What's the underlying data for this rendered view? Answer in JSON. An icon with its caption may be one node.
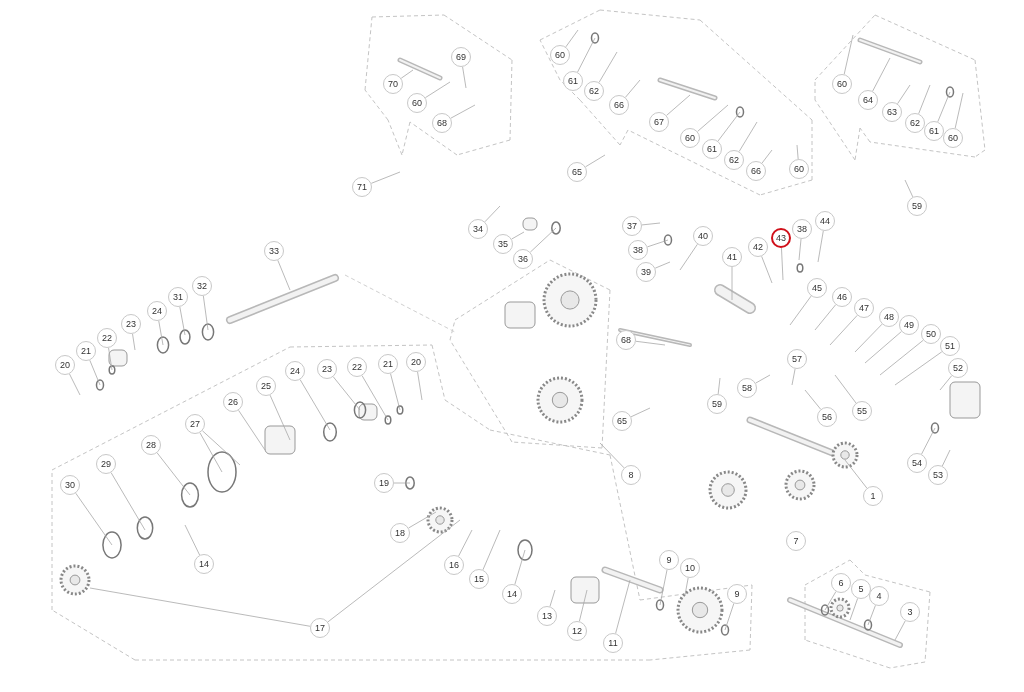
{
  "diagram": {
    "nodes": [
      {
        "text": [
          "69"
        ]
      },
      {
        "text": [
          "70"
        ]
      },
      {
        "text": [
          "60"
        ]
      },
      {
        "text": [
          "68"
        ]
      },
      {
        "text": [
          "71"
        ]
      },
      {
        "text": [
          "60"
        ]
      },
      {
        "text": [
          "61"
        ]
      },
      {
        "text": [
          "62"
        ]
      },
      {
        "text": [
          "66"
        ]
      },
      {
        "text": [
          "67"
        ]
      },
      {
        "text": [
          "60"
        ]
      },
      {
        "text": [
          "61"
        ]
      },
      {
        "text": [
          "62"
        ]
      },
      {
        "text": [
          "66"
        ]
      },
      {
        "text": [
          "60"
        ]
      },
      {
        "text": [
          "65"
        ]
      },
      {
        "text": [
          "60"
        ]
      },
      {
        "text": [
          "64"
        ]
      },
      {
        "text": [
          "63"
        ]
      },
      {
        "text": [
          "62"
        ]
      },
      {
        "text": [
          "61"
        ]
      },
      {
        "text": [
          "60"
        ]
      },
      {
        "text": [
          "59"
        ]
      },
      {
        "text": [
          "34"
        ]
      },
      {
        "text": [
          "35"
        ]
      },
      {
        "text": [
          "36"
        ]
      },
      {
        "text": [
          "37"
        ]
      },
      {
        "text": [
          "38"
        ]
      },
      {
        "text": [
          "39"
        ]
      },
      {
        "text": [
          "40"
        ]
      },
      {
        "text": [
          "41"
        ]
      },
      {
        "text": [
          "42"
        ]
      },
      {
        "text": [
          "43"
        ]
      },
      {
        "text": [
          "38"
        ]
      },
      {
        "text": [
          "44"
        ]
      },
      {
        "text": [
          "45"
        ]
      },
      {
        "text": [
          "46"
        ]
      },
      {
        "text": [
          "47"
        ]
      },
      {
        "text": [
          "48"
        ]
      },
      {
        "text": [
          "49"
        ]
      },
      {
        "text": [
          "50"
        ]
      },
      {
        "text": [
          "51"
        ]
      },
      {
        "text": [
          "52"
        ]
      },
      {
        "text": [
          "53"
        ]
      },
      {
        "text": [
          "54"
        ]
      },
      {
        "text": [
          "55"
        ]
      },
      {
        "text": [
          "56"
        ]
      },
      {
        "text": [
          "57"
        ]
      },
      {
        "text": [
          "58"
        ]
      },
      {
        "text": [
          "59"
        ]
      },
      {
        "text": [
          "65"
        ]
      },
      {
        "text": [
          "68"
        ]
      },
      {
        "text": [
          "1"
        ]
      },
      {
        "text": [
          "33"
        ]
      },
      {
        "text": [
          "32"
        ]
      },
      {
        "text": [
          "31"
        ]
      },
      {
        "text": [
          "24"
        ]
      },
      {
        "text": [
          "23"
        ]
      },
      {
        "text": [
          "22"
        ]
      },
      {
        "text": [
          "21"
        ]
      },
      {
        "text": [
          "20"
        ]
      },
      {
        "text": [
          "20"
        ]
      },
      {
        "text": [
          "21"
        ]
      },
      {
        "text": [
          "22"
        ]
      },
      {
        "text": [
          "23"
        ]
      },
      {
        "text": [
          "24"
        ]
      },
      {
        "text": [
          "25"
        ]
      },
      {
        "text": [
          "26"
        ]
      },
      {
        "text": [
          "27"
        ]
      },
      {
        "text": [
          "28"
        ]
      },
      {
        "text": [
          "29"
        ]
      },
      {
        "text": [
          "30"
        ]
      },
      {
        "text": [
          "14"
        ]
      },
      {
        "text": [
          "17"
        ]
      },
      {
        "text": [
          "19"
        ]
      },
      {
        "text": [
          "18"
        ]
      },
      {
        "text": [
          "16"
        ]
      },
      {
        "text": [
          "15"
        ]
      },
      {
        "text": [
          "14"
        ]
      },
      {
        "text": [
          "13"
        ]
      },
      {
        "text": [
          "12"
        ]
      },
      {
        "text": [
          "11"
        ]
      },
      {
        "text": [
          "9"
        ]
      },
      {
        "text": [
          "10"
        ]
      },
      {
        "text": [
          "9"
        ]
      },
      {
        "text": [
          "8"
        ]
      },
      {
        "text": [
          "6"
        ]
      },
      {
        "text": [
          "5"
        ]
      },
      {
        "text": [
          "4"
        ]
      },
      {
        "text": [
          "3"
        ]
      },
      {
        "text": [
          "7"
        ]
      }
    ],
    "edges": [
      {
        "from": 0,
        "to": null,
        "arrow": "none"
      },
      {
        "from": 1,
        "to": null,
        "arrow": "none"
      },
      {
        "from": 2,
        "to": null,
        "arrow": "none"
      },
      {
        "from": 3,
        "to": null,
        "arrow": "none"
      },
      {
        "from": 4,
        "to": null,
        "arrow": "none"
      },
      {
        "from": 5,
        "to": null,
        "arrow": "none"
      },
      {
        "from": 6,
        "to": null,
        "arrow": "none"
      },
      {
        "from": 7,
        "to": null,
        "arrow": "none"
      },
      {
        "from": 8,
        "to": null,
        "arrow": "none"
      },
      {
        "from": 9,
        "to": null,
        "arrow": "none"
      },
      {
        "from": 10,
        "to": null,
        "arrow": "none"
      },
      {
        "from": 11,
        "to": null,
        "arrow": "none"
      },
      {
        "from": 12,
        "to": null,
        "arrow": "none"
      },
      {
        "from": 13,
        "to": null,
        "arrow": "none"
      },
      {
        "from": 14,
        "to": null,
        "arrow": "none"
      },
      {
        "from": 15,
        "to": null,
        "arrow": "none"
      },
      {
        "from": 16,
        "to": null,
        "arrow": "none"
      },
      {
        "from": 17,
        "to": null,
        "arrow": "none"
      },
      {
        "from": 18,
        "to": null,
        "arrow": "none"
      },
      {
        "from": 19,
        "to": null,
        "arrow": "none"
      },
      {
        "from": 20,
        "to": null,
        "arrow": "none"
      },
      {
        "from": 21,
        "to": null,
        "arrow": "none"
      },
      {
        "from": 22,
        "to": null,
        "arrow": "none"
      },
      {
        "from": 23,
        "to": null,
        "arrow": "none"
      },
      {
        "from": 24,
        "to": null,
        "arrow": "none"
      },
      {
        "from": 25,
        "to": null,
        "arrow": "none"
      },
      {
        "from": 26,
        "to": null,
        "arrow": "none"
      },
      {
        "from": 27,
        "to": null,
        "arrow": "none"
      },
      {
        "from": 28,
        "to": null,
        "arrow": "none"
      },
      {
        "from": 29,
        "to": null,
        "arrow": "none"
      },
      {
        "from": 30,
        "to": null,
        "arrow": "none"
      },
      {
        "from": 31,
        "to": null,
        "arrow": "none"
      },
      {
        "from": 32,
        "to": null,
        "arrow": "none"
      },
      {
        "from": 33,
        "to": null,
        "arrow": "none"
      },
      {
        "from": 34,
        "to": null,
        "arrow": "none"
      },
      {
        "from": 35,
        "to": null,
        "arrow": "none"
      },
      {
        "from": 36,
        "to": null,
        "arrow": "none"
      },
      {
        "from": 37,
        "to": null,
        "arrow": "none"
      },
      {
        "from": 38,
        "to": null,
        "arrow": "none"
      },
      {
        "from": 39,
        "to": null,
        "arrow": "none"
      },
      {
        "from": 40,
        "to": null,
        "arrow": "none"
      },
      {
        "from": 41,
        "to": null,
        "arrow": "none"
      },
      {
        "from": 42,
        "to": null,
        "arrow": "none"
      },
      {
        "from": 43,
        "to": null,
        "arrow": "none"
      },
      {
        "from": 44,
        "to": null,
        "arrow": "none"
      },
      {
        "from": 45,
        "to": null,
        "arrow": "none"
      },
      {
        "from": 46,
        "to": null,
        "arrow": "none"
      },
      {
        "from": 47,
        "to": null,
        "arrow": "none"
      },
      {
        "from": 48,
        "to": null,
        "arrow": "none"
      },
      {
        "from": 49,
        "to": null,
        "arrow": "none"
      },
      {
        "from": 50,
        "to": null,
        "arrow": "none"
      },
      {
        "from": 51,
        "to": null,
        "arrow": "none"
      },
      {
        "from": 52,
        "to": null,
        "arrow": "none"
      },
      {
        "from": 53,
        "to": null,
        "arrow": "none"
      },
      {
        "from": 54,
        "to": null,
        "arrow": "none"
      },
      {
        "from": 55,
        "to": null,
        "arrow": "none"
      },
      {
        "from": 56,
        "to": null,
        "arrow": "none"
      },
      {
        "from": 57,
        "to": null,
        "arrow": "none"
      },
      {
        "from": 58,
        "to": null,
        "arrow": "none"
      },
      {
        "from": 59,
        "to": null,
        "arrow": "none"
      },
      {
        "from": 60,
        "to": null,
        "arrow": "none"
      },
      {
        "from": 61,
        "to": null,
        "arrow": "none"
      },
      {
        "from": 62,
        "to": null,
        "arrow": "none"
      },
      {
        "from": 63,
        "to": null,
        "arrow": "none"
      },
      {
        "from": 64,
        "to": null,
        "arrow": "none"
      },
      {
        "from": 65,
        "to": null,
        "arrow": "none"
      },
      {
        "from": 66,
        "to": null,
        "arrow": "none"
      },
      {
        "from": 67,
        "to": null,
        "arrow": "none"
      },
      {
        "from": 68,
        "to": null,
        "arrow": "none"
      },
      {
        "from": 68,
        "to": null,
        "arrow": "none"
      },
      {
        "from": 69,
        "to": null,
        "arrow": "none"
      },
      {
        "from": 70,
        "to": null,
        "arrow": "none"
      },
      {
        "from": 71,
        "to": null,
        "arrow": "none"
      },
      {
        "from": 72,
        "to": null,
        "arrow": "none"
      },
      {
        "from": 73,
        "to": null,
        "arrow": "none"
      },
      {
        "from": 73,
        "to": null,
        "arrow": "none"
      },
      {
        "from": 74,
        "to": null,
        "arrow": "none"
      },
      {
        "from": 75,
        "to": null,
        "arrow": "none"
      },
      {
        "from": 76,
        "to": null,
        "arrow": "none"
      },
      {
        "from": 77,
        "to": null,
        "arrow": "none"
      },
      {
        "from": 78,
        "to": null,
        "arrow": "none"
      },
      {
        "from": 79,
        "to": null,
        "arrow": "none"
      },
      {
        "from": 80,
        "to": null,
        "arrow": "none"
      },
      {
        "from": 81,
        "to": null,
        "arrow": "none"
      },
      {
        "from": 82,
        "to": null,
        "arrow": "none"
      },
      {
        "from": 83,
        "to": null,
        "arrow": "none"
      },
      {
        "from": 84,
        "to": null,
        "arrow": "none"
      },
      {
        "from": 85,
        "to": null,
        "arrow": "none"
      },
      {
        "from": 86,
        "to": null,
        "arrow": "none"
      },
      {
        "from": 87,
        "to": null,
        "arrow": "none"
      },
      {
        "from": 88,
        "to": null,
        "arrow": "none"
      },
      {
        "from": 89,
        "to": null,
        "arrow": "none"
      }
    ]
  }
}
